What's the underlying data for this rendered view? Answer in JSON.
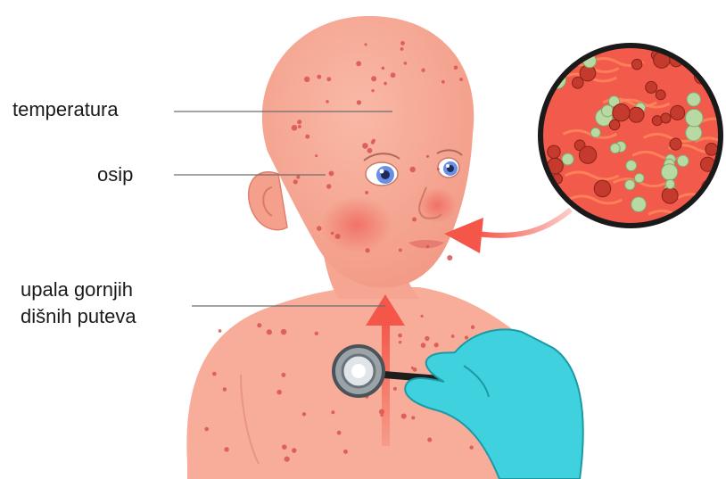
{
  "labels": {
    "temperature": "temperatura",
    "rash": "osip",
    "respiratory_line1": "upala gornjih",
    "respiratory_line2": "dišnih puteva"
  },
  "colors": {
    "skin": "#f6a996",
    "skin_dark": "#ec8a7a",
    "spot": "#d9534f",
    "arrow": "#f4574a",
    "glove": "#3fd2de",
    "iris": "#6a8fe6",
    "microscope_bg": "#f25a4c",
    "bacteria_green": "#b9d9a3",
    "bacteria_red": "#c43a2d"
  },
  "icons": {
    "stethoscope": "stethoscope-icon",
    "microscope_view": "magnifier-view-icon"
  }
}
